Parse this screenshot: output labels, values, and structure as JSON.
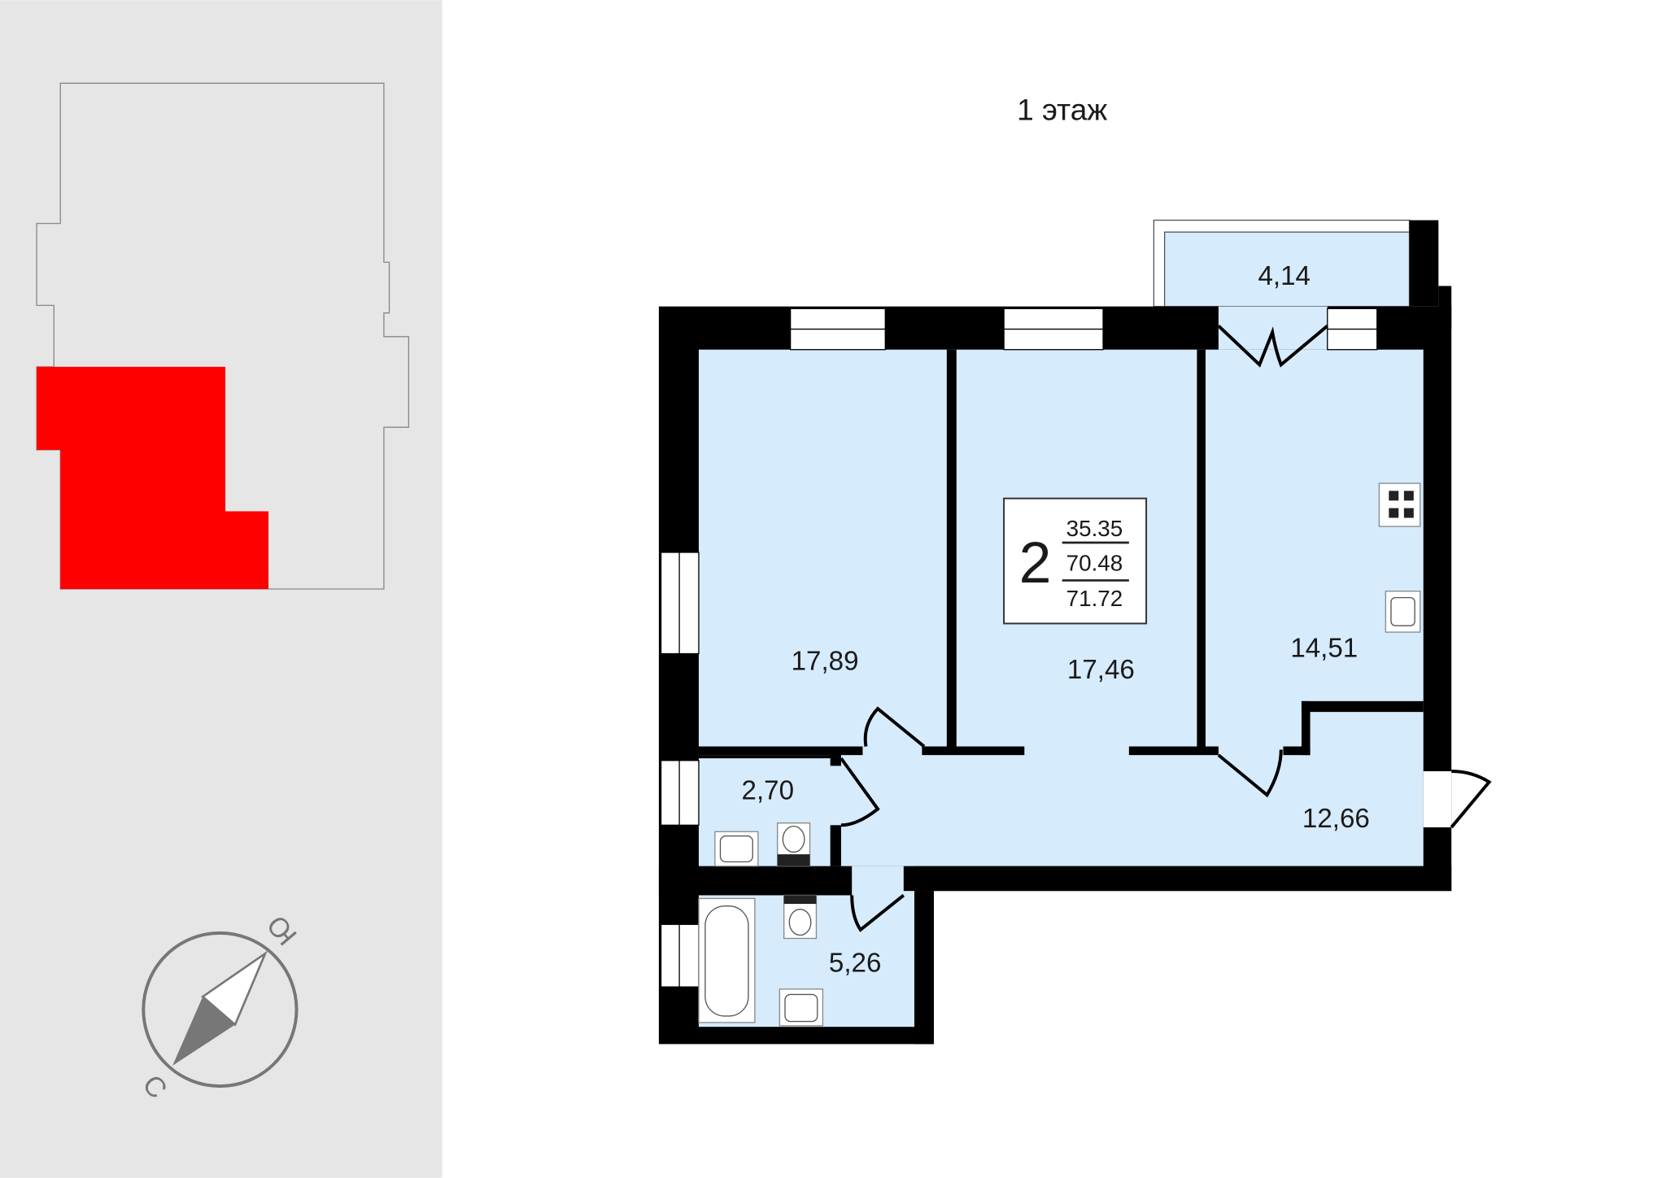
{
  "floor_label": "1 этаж",
  "colors": {
    "panel_bg": "#e6e6e6",
    "highlight": "#ff0000",
    "room_fill": "#d6ebfc",
    "wall": "#000000"
  },
  "compass": {
    "north": "Ю",
    "south": "С"
  },
  "apartment": {
    "rooms_count": "2",
    "living_area": "35.35",
    "total_area": "70.48",
    "total_area_with_balcony": "71.72"
  },
  "rooms": {
    "bedroom_left": "17,89",
    "bedroom_center": "17,46",
    "kitchen": "14,51",
    "hallway": "12,66",
    "wc": "2,70",
    "bathroom": "5,26",
    "balcony": "4,14"
  }
}
